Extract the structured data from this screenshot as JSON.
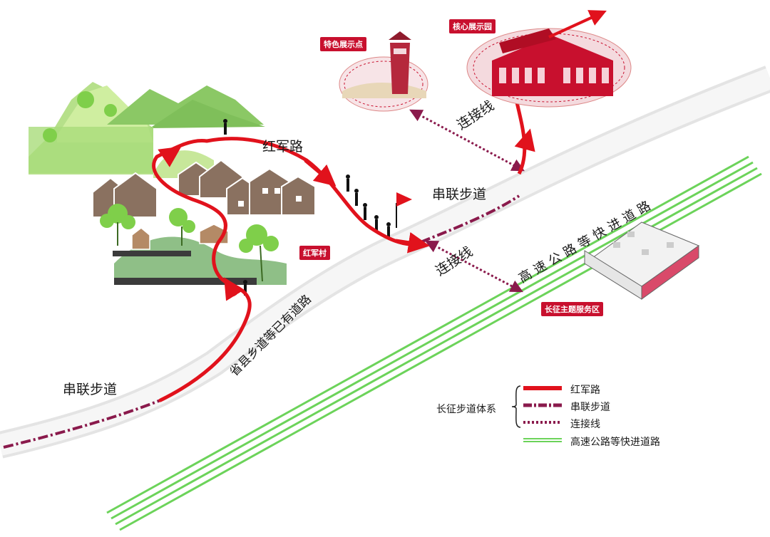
{
  "labels": {
    "hongjun_road": "红军路",
    "chuanlian_top": "串联步道",
    "chuanlian_left": "串联步道",
    "lianjie_upper": "连接线",
    "lianjie_lower": "连接线",
    "province_road": "省县乡道等已有道路",
    "highway": "高速公路等快进道路"
  },
  "tags": {
    "feature_point": "特色展示点",
    "core_garden": "核心展示园",
    "red_village": "红军村",
    "service_area": "长征主题服务区"
  },
  "legend": {
    "group_title": "长征步道体系",
    "items": [
      {
        "label": "红军路",
        "style": "solid-red"
      },
      {
        "label": "串联步道",
        "style": "dash-dot-purple"
      },
      {
        "label": "连接线",
        "style": "dotted-purple"
      },
      {
        "label": "高速公路等快进道路",
        "style": "double-green"
      }
    ]
  },
  "colors": {
    "red_route": "#e1121c",
    "trail_purple": "#8a1a4c",
    "highway_green": "#6cd35a",
    "road_gray": "#e9e9e9",
    "tag_red": "#c8102e",
    "house_brown": "#8a7160",
    "hill_green": "#9fd46a",
    "building_pink": "#d94a6a"
  }
}
